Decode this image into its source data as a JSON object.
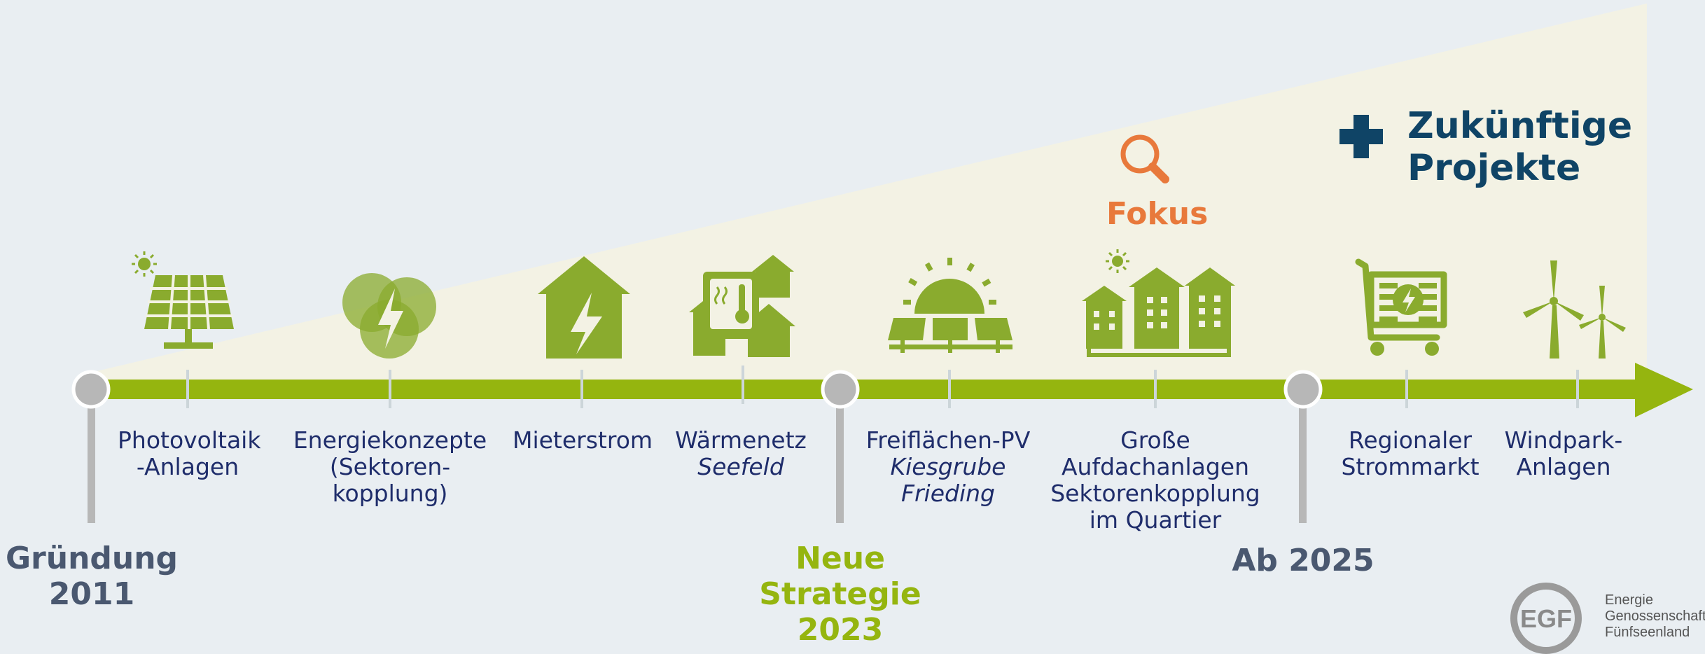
{
  "milestones": {
    "start": {
      "line1": "Gründung",
      "line2": "2011"
    },
    "strategy": {
      "line1": "Neue",
      "line2": "Strategie",
      "line3": "2023"
    },
    "future": {
      "text": "Ab 2025"
    }
  },
  "projects": {
    "pv": {
      "line1": "Photovoltaik",
      "line2": "-Anlagen"
    },
    "energy": {
      "line1": "Energiekonzepte",
      "line2": "(Sektoren-",
      "line3": "kopplung)"
    },
    "mieter": {
      "line1": "Mieterstrom"
    },
    "waerme": {
      "line1": "Wärmenetz",
      "line2": "Seefeld"
    },
    "freiflaechen": {
      "line1": "Freiflächen-PV",
      "line2": "Kiesgrube",
      "line3": "Frieding"
    },
    "grosse": {
      "line1": "Große",
      "line2": "Aufdachanlagen",
      "line3": "Sektorenkopplung",
      "line4": "im Quartier"
    },
    "regional": {
      "line1": "Regionaler",
      "line2": "Strommarkt"
    },
    "wind": {
      "line1": "Windpark-",
      "line2": "Anlagen"
    }
  },
  "fokus": {
    "label": "Fokus"
  },
  "future_projects": {
    "line1": "Zukünftige",
    "line2": "Projekte"
  },
  "logo": {
    "mark": "EGF",
    "line1": "Energie",
    "line2": "Genossenschaft",
    "line3": "Fünfseenland"
  },
  "colors": {
    "green": "#8aab2e",
    "arrow": "#95b50f",
    "orange": "#e8793b",
    "navy": "#0f4466",
    "text": "#1f2d6b"
  }
}
